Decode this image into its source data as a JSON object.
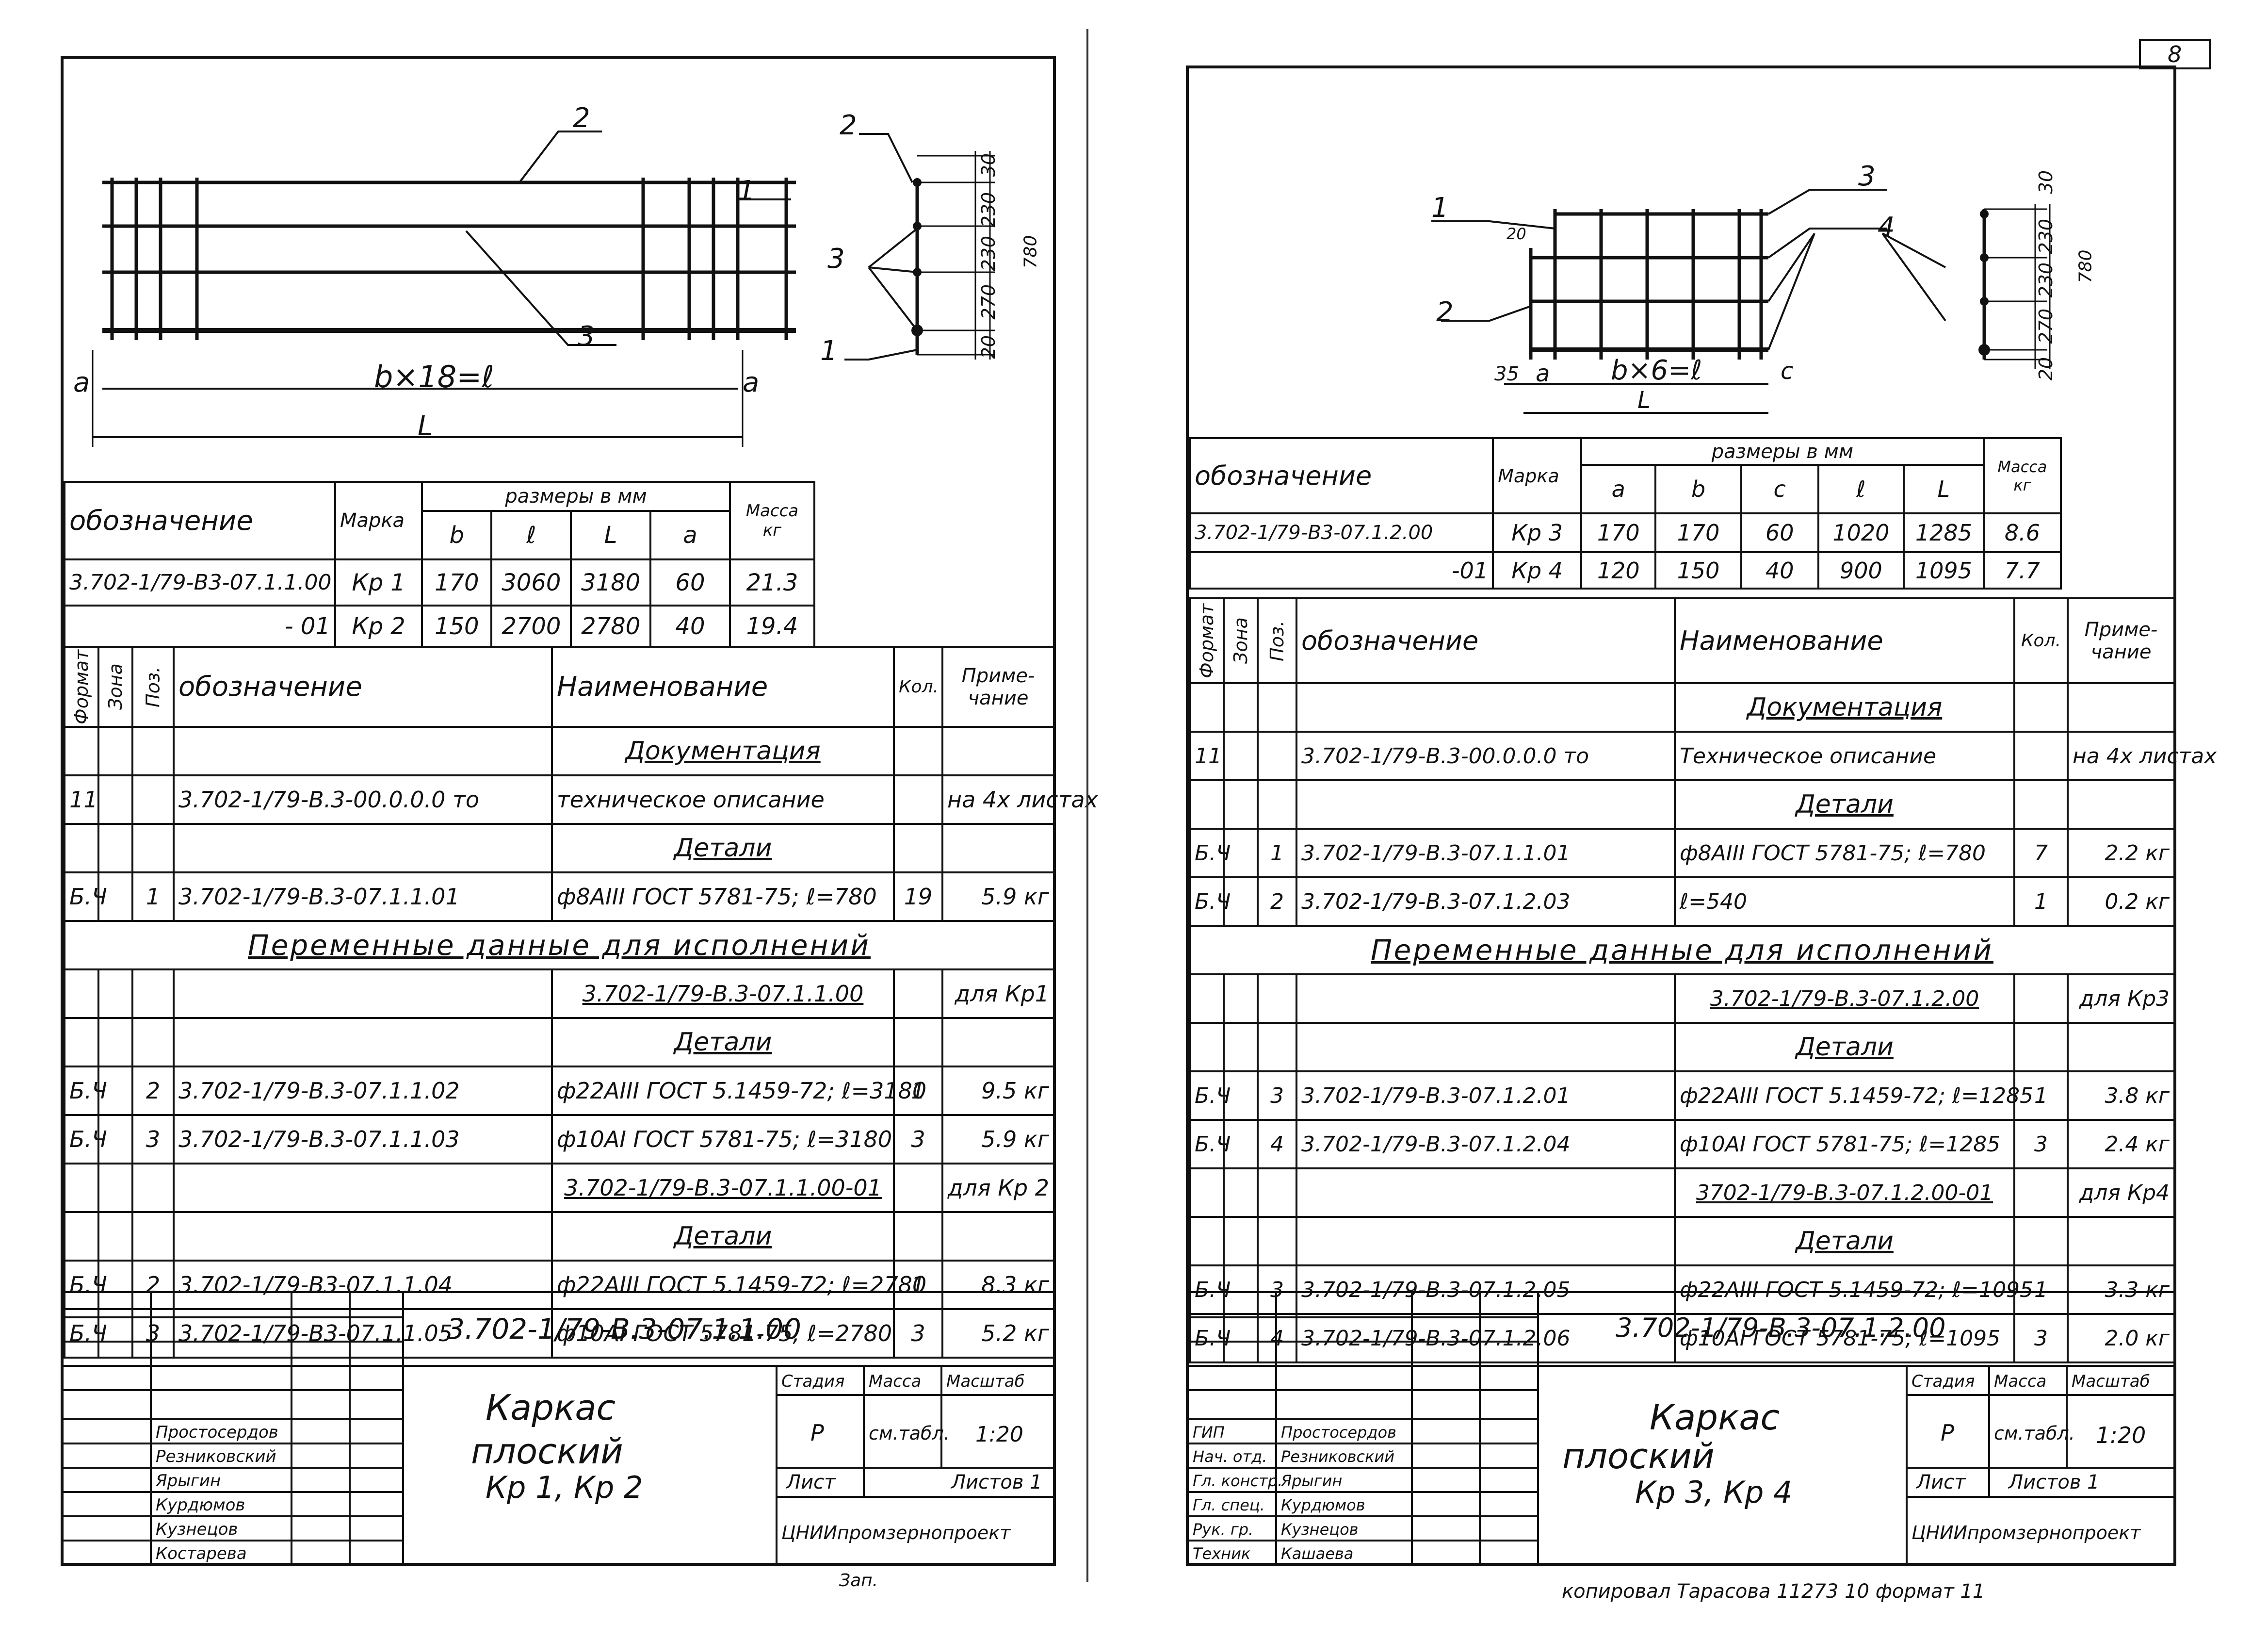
{
  "page_number": "8",
  "divider_labels": [
    "Кр 1",
    "Кр 2"
  ],
  "left": {
    "drawing": {
      "pos_labels": [
        "2",
        "1",
        "3",
        "3",
        "1",
        "2"
      ],
      "formula": "b×18=ℓ",
      "dim_a_left": "a",
      "dim_a_right": "a",
      "dim_L": "L",
      "section_dims": [
        "30",
        "230",
        "230",
        "270",
        "20",
        "780"
      ]
    },
    "variants_table": {
      "header_group": "размеры в мм",
      "col_designation": "обозначение",
      "col_mark": "Марка",
      "col_b": "b",
      "col_l": "ℓ",
      "col_L": "L",
      "col_a": "a",
      "col_mass": "Масса кг",
      "rows": [
        {
          "designation": "3.702-1/79-В3-07.1.1.00",
          "mark": "Кр 1",
          "b": "170",
          "l": "3060",
          "L": "3180",
          "a": "60",
          "mass": "21.3"
        },
        {
          "designation": "- 01",
          "mark": "Кр 2",
          "b": "150",
          "l": "2700",
          "L": "2780",
          "a": "40",
          "mass": "19.4"
        }
      ]
    },
    "spec": {
      "h_format": "Формат",
      "h_zone": "Зона",
      "h_pos": "Поз.",
      "h_designation": "обозначение",
      "h_name": "Наименование",
      "h_qty": "Кол.",
      "h_note": "Приме-чание",
      "rows": [
        {
          "fmt": "",
          "pos": "",
          "des": "",
          "name": "Документация",
          "qty": "",
          "note": "",
          "type": "section"
        },
        {
          "fmt": "11",
          "pos": "",
          "des": "3.702-1/79-В.3-00.0.0.0 то",
          "name": "техническое описание",
          "qty": "",
          "note": "на 4х листах",
          "type": "item"
        },
        {
          "fmt": "",
          "pos": "",
          "des": "",
          "name": "Детали",
          "qty": "",
          "note": "",
          "type": "section"
        },
        {
          "fmt": "Б.Ч",
          "pos": "1",
          "des": "3.702-1/79-В.3-07.1.1.01",
          "name": "ф8АIII ГОСТ 5781-75; ℓ=780",
          "qty": "19",
          "note": "5.9 кг",
          "type": "item"
        },
        {
          "fmt": "",
          "pos": "",
          "des": "",
          "name": "Переменные данные для исполнений",
          "qty": "",
          "note": "",
          "type": "wide"
        },
        {
          "fmt": "",
          "pos": "",
          "des": "",
          "name": "3.702-1/79-В.3-07.1.1.00",
          "qty": "",
          "note": "для Кр1",
          "type": "ref"
        },
        {
          "fmt": "",
          "pos": "",
          "des": "",
          "name": "Детали",
          "qty": "",
          "note": "",
          "type": "section"
        },
        {
          "fmt": "Б.Ч",
          "pos": "2",
          "des": "3.702-1/79-В.3-07.1.1.02",
          "name": "ф22АIII ГОСТ 5.1459-72; ℓ=3180",
          "qty": "1",
          "note": "9.5 кг",
          "type": "item"
        },
        {
          "fmt": "Б.Ч",
          "pos": "3",
          "des": "3.702-1/79-В.3-07.1.1.03",
          "name": "ф10АI ГОСТ 5781-75; ℓ=3180",
          "qty": "3",
          "note": "5.9 кг",
          "type": "item"
        },
        {
          "fmt": "",
          "pos": "",
          "des": "",
          "name": "3.702-1/79-В.3-07.1.1.00-01",
          "qty": "",
          "note": "для Кр 2",
          "type": "ref"
        },
        {
          "fmt": "",
          "pos": "",
          "des": "",
          "name": "Детали",
          "qty": "",
          "note": "",
          "type": "section"
        },
        {
          "fmt": "Б.Ч",
          "pos": "2",
          "des": "3.702-1/79-В3-07.1.1.04",
          "name": "ф22АIII ГОСТ 5.1459-72; ℓ=2780",
          "qty": "1",
          "note": "8.3 кг",
          "type": "item"
        },
        {
          "fmt": "Б.Ч",
          "pos": "3",
          "des": "3.702-1/79-В3-07.1.1.05",
          "name": "ф10АI ГОСТ 5781-75; ℓ=2780",
          "qty": "3",
          "note": "5.2 кг",
          "type": "item"
        }
      ]
    },
    "title_block": {
      "doc_code": "3.702-1/79-В.3-07.1.1.00",
      "title_lines": [
        "Каркас",
        "плоский",
        "Кр 1, Кр 2"
      ],
      "h_stage": "Стадия",
      "h_mass": "Масса",
      "h_scale": "Масштаб",
      "stage": "Р",
      "mass": "см.табл.",
      "scale": "1:20",
      "sheet_label": "Лист",
      "sheets_label": "Листов 1",
      "org": "ЦНИИпромзернопроект",
      "roles": [
        "",
        "",
        "",
        "",
        "",
        ""
      ],
      "names": [
        "Простосердов",
        "Резниковский",
        "Ярыгин",
        "Курдюмов",
        "Кузнецов",
        "Костарева"
      ]
    },
    "footer_note": "Зап."
  },
  "right": {
    "drawing": {
      "pos_labels": [
        "1",
        "2",
        "3",
        "4"
      ],
      "formula": "b×6=ℓ",
      "dim_35": "35",
      "dim_a": "a",
      "dim_c": "c",
      "dim_L": "L",
      "dim_20": "20",
      "section_dims": [
        "30",
        "230",
        "230",
        "270",
        "20",
        "780"
      ]
    },
    "variants_table": {
      "header_group": "размеры в мм",
      "col_designation": "обозначение",
      "col_mark": "Марка",
      "col_a": "a",
      "col_b": "b",
      "col_c": "c",
      "col_l": "ℓ",
      "col_L": "L",
      "col_mass": "Масса кг",
      "rows": [
        {
          "designation": "3.702-1/79-В3-07.1.2.00",
          "mark": "Кр 3",
          "a": "170",
          "b": "170",
          "c": "60",
          "l": "1020",
          "L": "1285",
          "mass": "8.6"
        },
        {
          "designation": "-01",
          "mark": "Кр 4",
          "a": "120",
          "b": "150",
          "c": "40",
          "l": "900",
          "L": "1095",
          "mass": "7.7"
        }
      ]
    },
    "spec": {
      "h_format": "Формат",
      "h_zone": "Зона",
      "h_pos": "Поз.",
      "h_designation": "обозначение",
      "h_name": "Наименование",
      "h_qty": "Кол.",
      "h_note": "Приме-чание",
      "rows": [
        {
          "fmt": "",
          "pos": "",
          "des": "",
          "name": "Документация",
          "qty": "",
          "note": "",
          "type": "section"
        },
        {
          "fmt": "11",
          "pos": "",
          "des": "3.702-1/79-В.3-00.0.0.0 то",
          "name": "Техническое описание",
          "qty": "",
          "note": "на 4х листах",
          "type": "item"
        },
        {
          "fmt": "",
          "pos": "",
          "des": "",
          "name": "Детали",
          "qty": "",
          "note": "",
          "type": "section"
        },
        {
          "fmt": "Б.Ч",
          "pos": "1",
          "des": "3.702-1/79-В.3-07.1.1.01",
          "name": "ф8АIII ГОСТ 5781-75; ℓ=780",
          "qty": "7",
          "note": "2.2 кг",
          "type": "item"
        },
        {
          "fmt": "Б.Ч",
          "pos": "2",
          "des": "3.702-1/79-В.3-07.1.2.03",
          "name": "ℓ=540",
          "qty": "1",
          "note": "0.2 кг",
          "type": "item"
        },
        {
          "fmt": "",
          "pos": "",
          "des": "",
          "name": "Переменные данные для исполнений",
          "qty": "",
          "note": "",
          "type": "wide"
        },
        {
          "fmt": "",
          "pos": "",
          "des": "",
          "name": "3.702-1/79-В.3-07.1.2.00",
          "qty": "",
          "note": "для Кр3",
          "type": "ref"
        },
        {
          "fmt": "",
          "pos": "",
          "des": "",
          "name": "Детали",
          "qty": "",
          "note": "",
          "type": "section"
        },
        {
          "fmt": "Б.Ч",
          "pos": "3",
          "des": "3.702-1/79-В.3-07.1.2.01",
          "name": "ф22АIII ГОСТ 5.1459-72; ℓ=1285",
          "qty": "1",
          "note": "3.8 кг",
          "type": "item"
        },
        {
          "fmt": "Б.Ч",
          "pos": "4",
          "des": "3.702-1/79-В.3-07.1.2.04",
          "name": "ф10АI ГОСТ 5781-75; ℓ=1285",
          "qty": "3",
          "note": "2.4 кг",
          "type": "item"
        },
        {
          "fmt": "",
          "pos": "",
          "des": "",
          "name": "3702-1/79-В.3-07.1.2.00-01",
          "qty": "",
          "note": "для Кр4",
          "type": "ref"
        },
        {
          "fmt": "",
          "pos": "",
          "des": "",
          "name": "Детали",
          "qty": "",
          "note": "",
          "type": "section"
        },
        {
          "fmt": "Б.Ч",
          "pos": "3",
          "des": "3.702-1/79-В.3-07.1.2.05",
          "name": "ф22АIII ГОСТ 5.1459-72; ℓ=1095",
          "qty": "1",
          "note": "3.3 кг",
          "type": "item"
        },
        {
          "fmt": "Б.Ч",
          "pos": "4",
          "des": "3.702-1/79-В.3-07.1.2.06",
          "name": "ф10АI ГОСТ 5781-75; ℓ=1095",
          "qty": "3",
          "note": "2.0 кг",
          "type": "item"
        }
      ]
    },
    "title_block": {
      "doc_code": "3.702-1/79-В.3-07.1.2.00",
      "title_lines": [
        "Каркас",
        "плоский",
        "Кр 3, Кр 4"
      ],
      "h_stage": "Стадия",
      "h_mass": "Масса",
      "h_scale": "Масштаб",
      "stage": "Р",
      "mass": "см.табл.",
      "scale": "1:20",
      "sheet_label": "Лист",
      "sheets_label": "Листов 1",
      "org": "ЦНИИпромзернопроект",
      "roles": [
        "ГИП",
        "Нач. отд.",
        "Гл. констр.",
        "Гл. спец.",
        "Рук. гр.",
        "Техник"
      ],
      "names": [
        "Простосердов",
        "Резниковский",
        "Ярыгин",
        "Курдюмов",
        "Кузнецов",
        "Кашаева"
      ]
    },
    "footer_note": "копировал Тарасова 11273 10 формат 11"
  }
}
